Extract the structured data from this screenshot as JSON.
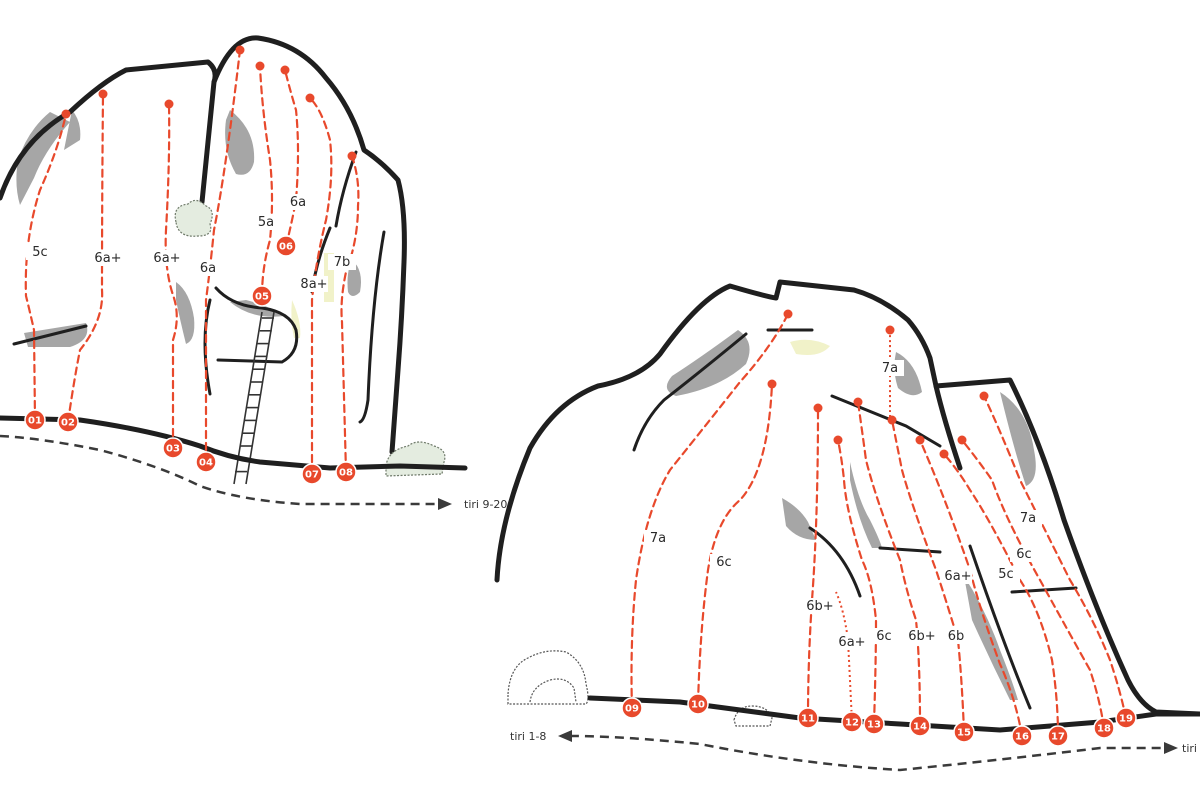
{
  "colors": {
    "route": "#e8492c",
    "rock_outline": "#1f1f1f",
    "shadow": "#a6a6a6",
    "bush": "#e4ece0",
    "highlight": "#f1f2c9",
    "approach": "#3a3a3a"
  },
  "routes": [
    {
      "num": "01",
      "grade": "5c"
    },
    {
      "num": "02",
      "grade": "6a+"
    },
    {
      "num": "03",
      "grade": "6a+"
    },
    {
      "num": "04",
      "grade": "6a"
    },
    {
      "num": "05",
      "grade": "5a"
    },
    {
      "num": "06",
      "grade": "6a"
    },
    {
      "num": "07",
      "grade": "8a+"
    },
    {
      "num": "08",
      "grade": "7b"
    },
    {
      "num": "09",
      "grade": "7a"
    },
    {
      "num": "10",
      "grade": "6c"
    },
    {
      "num": "11",
      "grade": "6b+"
    },
    {
      "num": "12",
      "grade": "6a+"
    },
    {
      "num": "13",
      "grade": "6c"
    },
    {
      "num": "14",
      "grade": "6b+"
    },
    {
      "num": "15",
      "grade": "6b"
    },
    {
      "num": "16",
      "grade": "6a+"
    },
    {
      "num": "17",
      "grade": "5c"
    },
    {
      "num": "18",
      "grade": "6c"
    },
    {
      "num": "19",
      "grade": "7a"
    },
    {
      "num": "",
      "grade": "7a"
    }
  ],
  "approach": {
    "left_label": "tiri 9-20",
    "right_back_label": "tiri 1-8",
    "right_fwd_label": "tiri"
  }
}
